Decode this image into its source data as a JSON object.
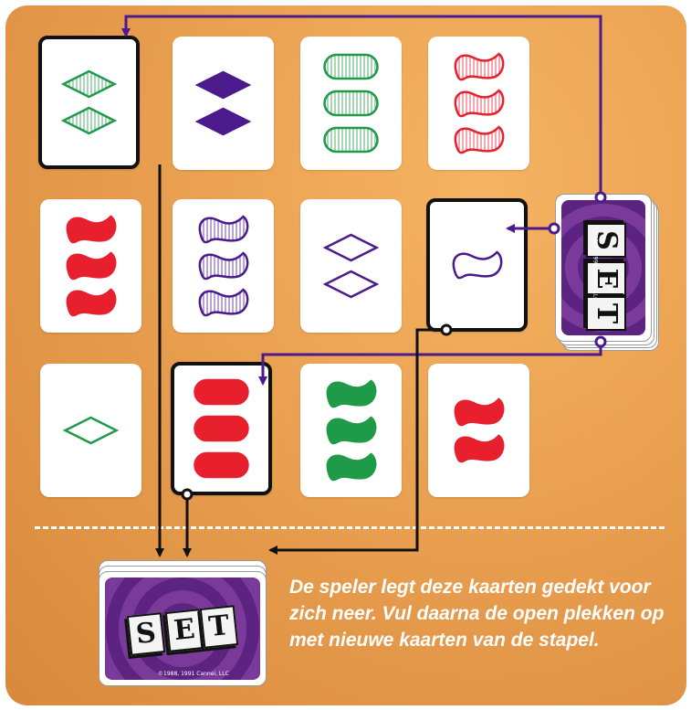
{
  "instruction": {
    "line1": "De speler legt deze kaarten gedekt voor",
    "line2": "zich neer. Vul daarna de open plekken op",
    "line3": "met nieuwe kaarten van de stapel."
  },
  "deck": {
    "logo_letters": [
      "S",
      "E",
      "T"
    ],
    "copyright": "©1988, 1991 Cannei, LLC"
  },
  "colors": {
    "board": "#e9a050",
    "red": "#e8202e",
    "green": "#1f9a48",
    "purple": "#4b1a8c",
    "arrow": "#4b1a8c",
    "dark_arrow": "#111111"
  },
  "grid": {
    "rows": [
      [
        {
          "count": 2,
          "shape": "diamond",
          "color": "green",
          "fill": "striped",
          "selected": true
        },
        {
          "count": 2,
          "shape": "diamond",
          "color": "purple",
          "fill": "solid",
          "selected": false
        },
        {
          "count": 3,
          "shape": "oval",
          "color": "green",
          "fill": "striped",
          "selected": false
        },
        {
          "count": 3,
          "shape": "squiggle",
          "color": "red",
          "fill": "striped",
          "selected": false
        }
      ],
      [
        {
          "count": 3,
          "shape": "squiggle",
          "color": "red",
          "fill": "solid",
          "selected": false
        },
        {
          "count": 3,
          "shape": "squiggle",
          "color": "purple",
          "fill": "striped",
          "selected": false
        },
        {
          "count": 2,
          "shape": "diamond",
          "color": "purple",
          "fill": "empty",
          "selected": false
        },
        {
          "count": 1,
          "shape": "squiggle",
          "color": "purple",
          "fill": "empty",
          "selected": true
        }
      ],
      [
        {
          "count": 1,
          "shape": "diamond",
          "color": "green",
          "fill": "empty",
          "selected": false
        },
        {
          "count": 3,
          "shape": "oval",
          "color": "red",
          "fill": "solid",
          "selected": true
        },
        {
          "count": 3,
          "shape": "squiggle",
          "color": "green",
          "fill": "solid",
          "selected": false
        },
        {
          "count": 2,
          "shape": "squiggle",
          "color": "red",
          "fill": "solid",
          "selected": false
        }
      ]
    ]
  }
}
